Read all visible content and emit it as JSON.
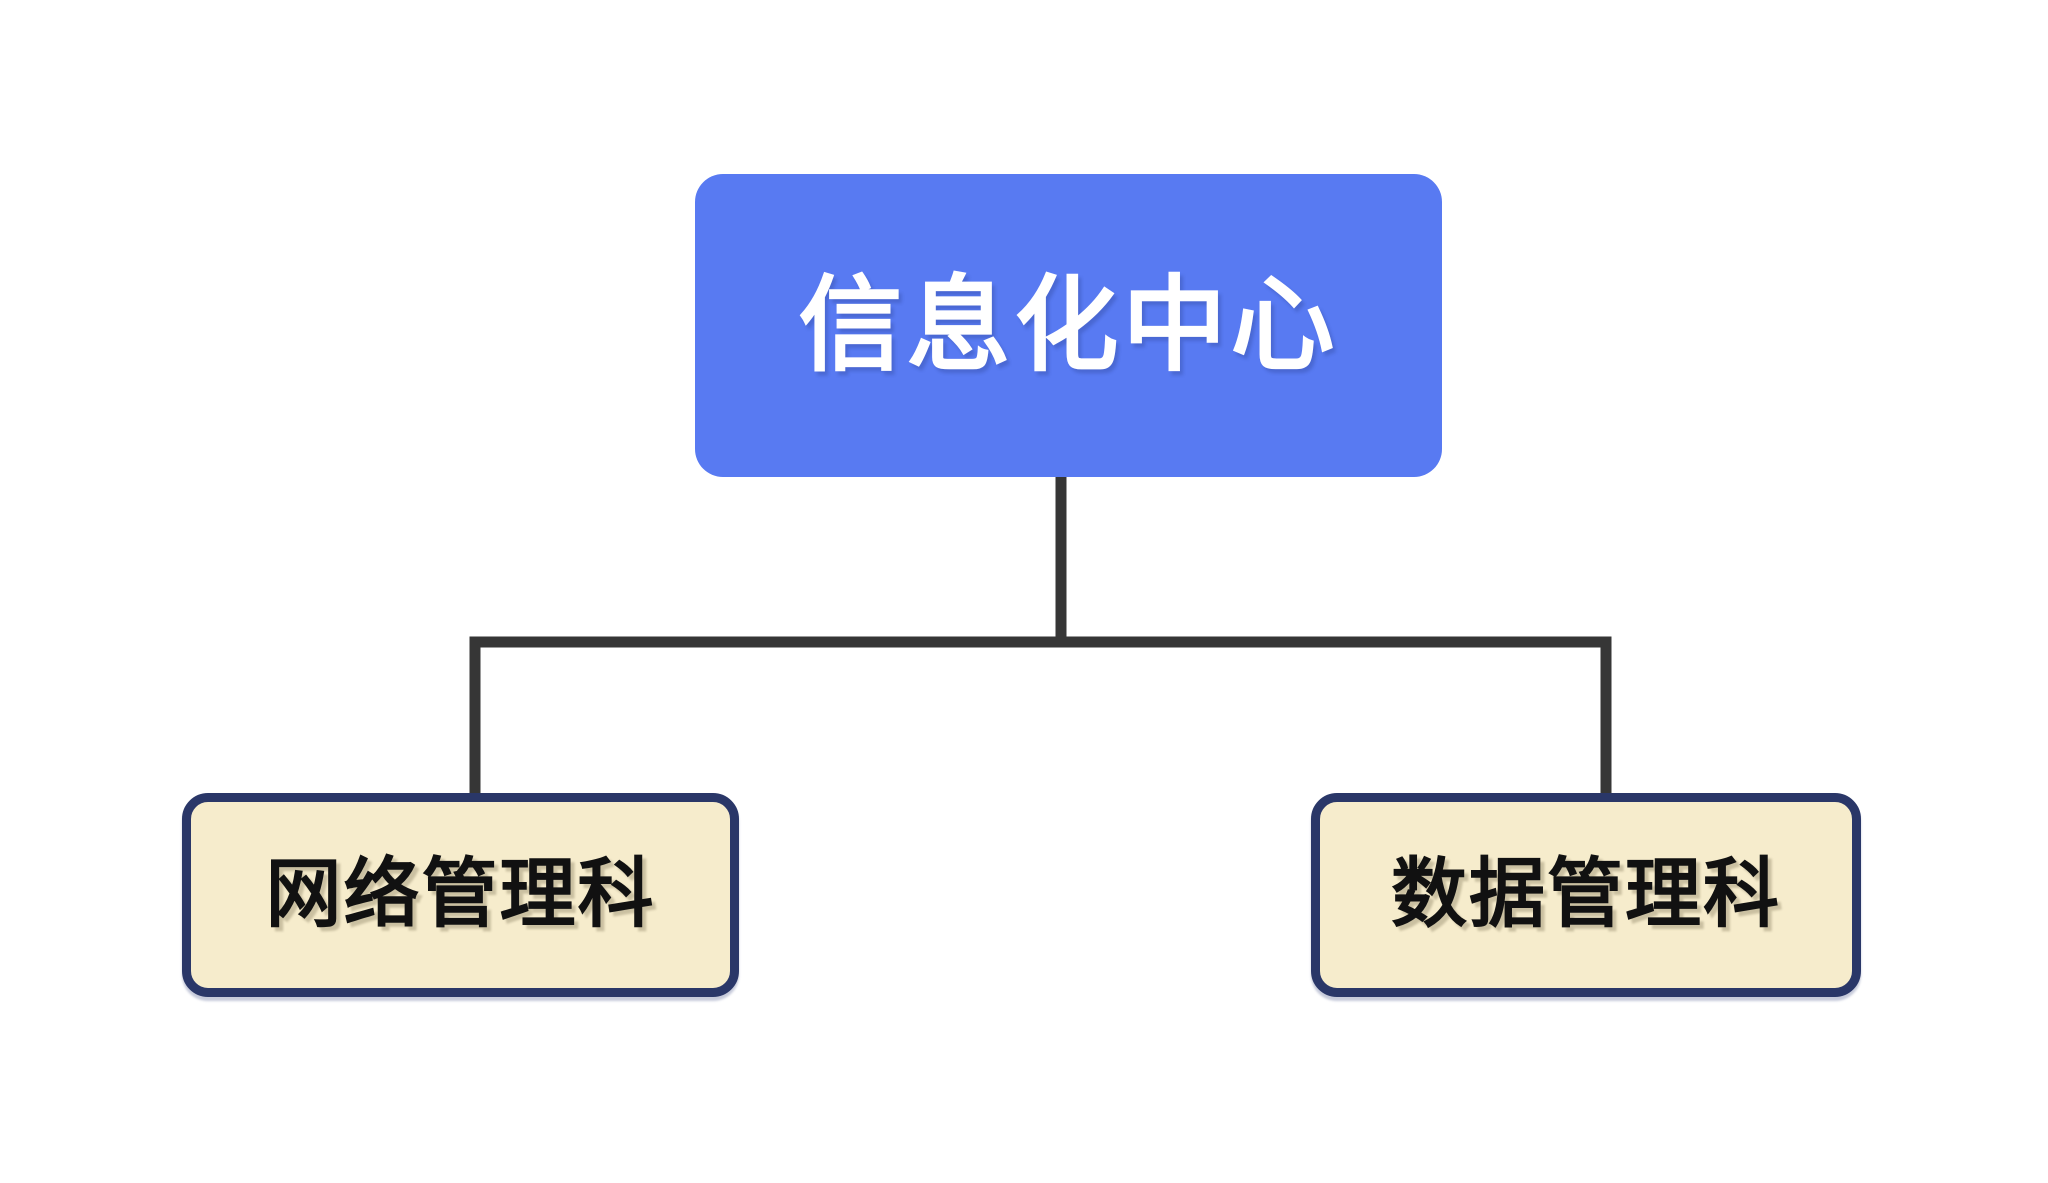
{
  "diagram": {
    "type": "org-chart",
    "root": {
      "label": "信息化中心"
    },
    "children": [
      {
        "label": "网络管理科"
      },
      {
        "label": "数据管理科"
      }
    ]
  },
  "colors": {
    "background": "#ffffff",
    "root_fill": "#587af2",
    "root_text": "#ffffff",
    "child_fill": "#f6eccc",
    "child_border": "#2a3768",
    "child_text": "#111111",
    "connector": "#363636"
  }
}
